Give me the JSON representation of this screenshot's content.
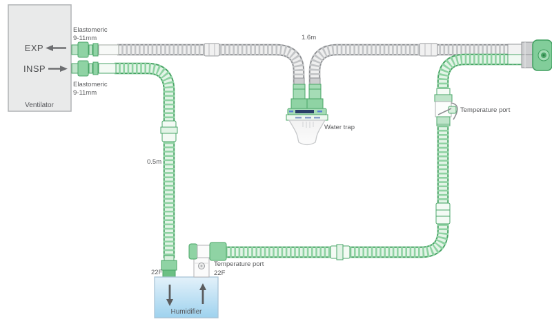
{
  "colors": {
    "inspiratory_green": "#4aa668",
    "expiratory_gray": "#97999c",
    "humidifier_blue": "#9ed2ee",
    "ventilator_gray": "#e9eaea",
    "label_text": "#58595b"
  },
  "ventilator": {
    "name": "Ventilator",
    "exp_port": "EXP",
    "insp_port": "INSP"
  },
  "exp_connector": {
    "line1": "Elastomeric",
    "line2": "9-11mm"
  },
  "insp_connector": {
    "line1": "Elastomeric",
    "line2": "9-11mm"
  },
  "expiratory_limb": {
    "length": "1.6m"
  },
  "inspiratory_limb": {
    "length": "0.5m"
  },
  "water_trap": {
    "label": "Water trap"
  },
  "patient_temperature_port": {
    "label": "Temperature port"
  },
  "humidifier": {
    "label": "Humidifier",
    "inlet_size": "22F",
    "outlet_size": "22F",
    "outlet_temperature_port": "Temperature port"
  }
}
